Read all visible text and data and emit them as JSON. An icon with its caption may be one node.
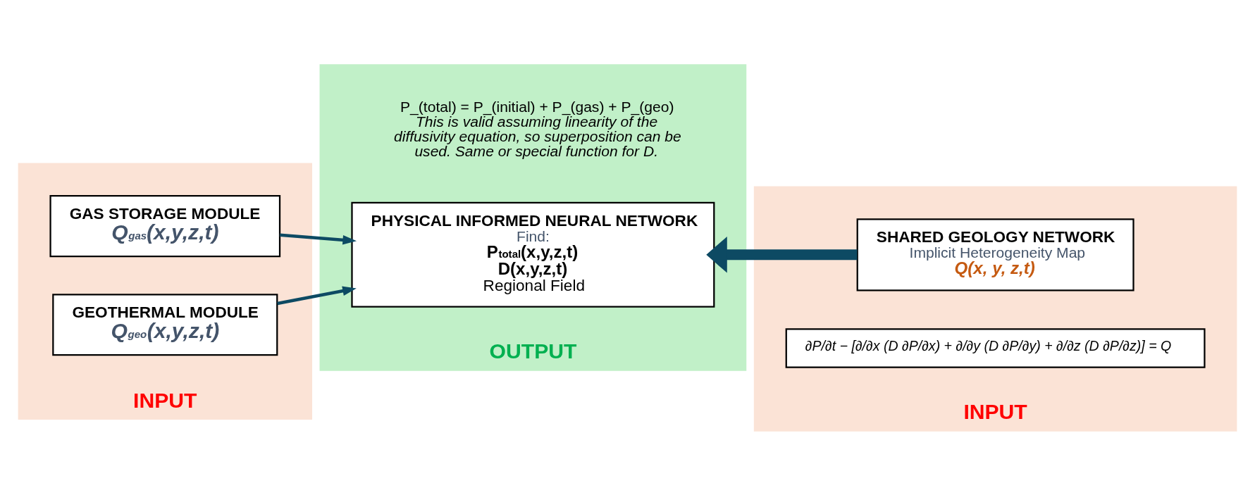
{
  "diagram": {
    "nodes": [
      {
        "text": [
          "INPUT"
        ]
      },
      {
        "text": [
          "GAS STORAGE MODULE",
          "Q$_{gas}$(x,y,z,t)"
        ],
        "in": 0
      },
      {
        "text": [
          "GEOTHERMAL MODULE",
          "Q$_{geo}$(x,y,z,t)"
        ],
        "in": 0
      },
      {
        "text": [
          "OUTPUT"
        ]
      },
      {
        "text": [
          "PHYSICAL INFORMED NEURAL NETWORK",
          "Find:",
          "P$_{total}$(x,y,z,t)",
          "D(x,y,z,t)",
          "Regional Field"
        ],
        "in": 3,
        "beside": [
          "P_(total) = P_(initial) + P_(gas) + P_(geo)",
          "This is valid assuming linearity of the diffusivity equation, so superposition can be used. Same or special function for D."
        ]
      },
      {
        "text": [
          "INPUT"
        ]
      },
      {
        "text": [
          "SHARED GEOLOGY NETWORK",
          "Implicit Heterogeneity Map",
          "Q(x, y, z,t)"
        ],
        "in": 5
      },
      {
        "text": [
          "∂P/∂t − [∂/∂x (D ∂P/∂x) + ∂/∂y (D ∂P/∂y) + ∂/∂z (D ∂P/∂z)] = Q"
        ],
        "in": 5
      }
    ],
    "edges": [
      {
        "from": 1,
        "to": 4,
        "arrow": "to"
      },
      {
        "from": 2,
        "to": 4,
        "arrow": "to"
      },
      {
        "from": 6,
        "to": 4,
        "arrow": "to",
        "style": "thick"
      }
    ]
  }
}
